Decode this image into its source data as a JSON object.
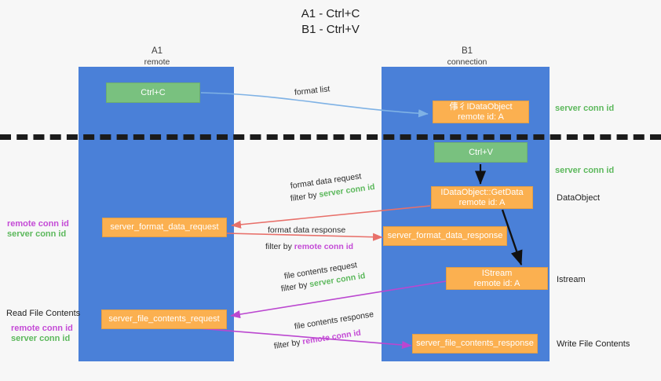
{
  "title": {
    "line1": "A1 - Ctrl+C",
    "line2": "B1 - Ctrl+V"
  },
  "lanes": [
    {
      "name": "A1",
      "sub": "remote",
      "color": "#4a80d8"
    },
    {
      "name": "B1",
      "sub": "connection",
      "color": "#4a80d8"
    }
  ],
  "colors": {
    "lane": "#4a80d8",
    "green_box": "#79c17f",
    "orange_box": "#fbb050",
    "server_conn_id": "#5cb85c",
    "remote_conn_id": "#c44bd6",
    "arrow_blue": "#7fb2e5",
    "arrow_red": "#e8706a",
    "arrow_purple": "#bb47d0",
    "arrow_black": "#111111",
    "divider": "#1b1b1b"
  },
  "nodes": {
    "ctrl_c": {
      "label": "Ctrl+C"
    },
    "ctrl_v": {
      "label": "Ctrl+V"
    },
    "idataobject": {
      "line1": "倳彳IDataObject",
      "line2": "remote id: A"
    },
    "getdata": {
      "line1": "IDataObject::GetData",
      "line2": "remote id: A"
    },
    "istream": {
      "line1": "IStream",
      "line2": "remote id: A"
    },
    "server_format_data_request": {
      "label": "server_format_data_request"
    },
    "server_format_data_response": {
      "label": "server_format_data_response"
    },
    "server_file_contents_request": {
      "label": "server_file_contents_request"
    },
    "server_file_contents_response": {
      "label": "server_file_contents_response"
    }
  },
  "arrow_labels": {
    "format_list": "format list",
    "format_data_request": "format data request",
    "format_data_request_filter_prefix": "filter by ",
    "format_data_request_filter_value": "server conn id",
    "format_data_response": "format data response",
    "format_data_response_filter_prefix": "filter by ",
    "format_data_response_filter_value": "remote conn id",
    "file_contents_request": "file contents request",
    "file_contents_request_filter_prefix": "filter by ",
    "file_contents_request_filter_value": "server conn id",
    "file_contents_response": "file contents response",
    "file_contents_response_filter_prefix": "filter by ",
    "file_contents_response_filter_value": "remote conn id"
  },
  "right_labels": {
    "server_conn_id_top": "server conn id",
    "server_conn_id_mid": "server conn id",
    "dataobject": "DataObject",
    "istream": "Istream",
    "write_file_contents": "Write File Contents"
  },
  "left_labels": {
    "remote_conn_id_1": "remote conn id",
    "server_conn_id_1": "server conn id",
    "read_file_contents": "Read File Contents",
    "remote_conn_id_2": "remote conn id",
    "server_conn_id_2": "server conn id"
  }
}
